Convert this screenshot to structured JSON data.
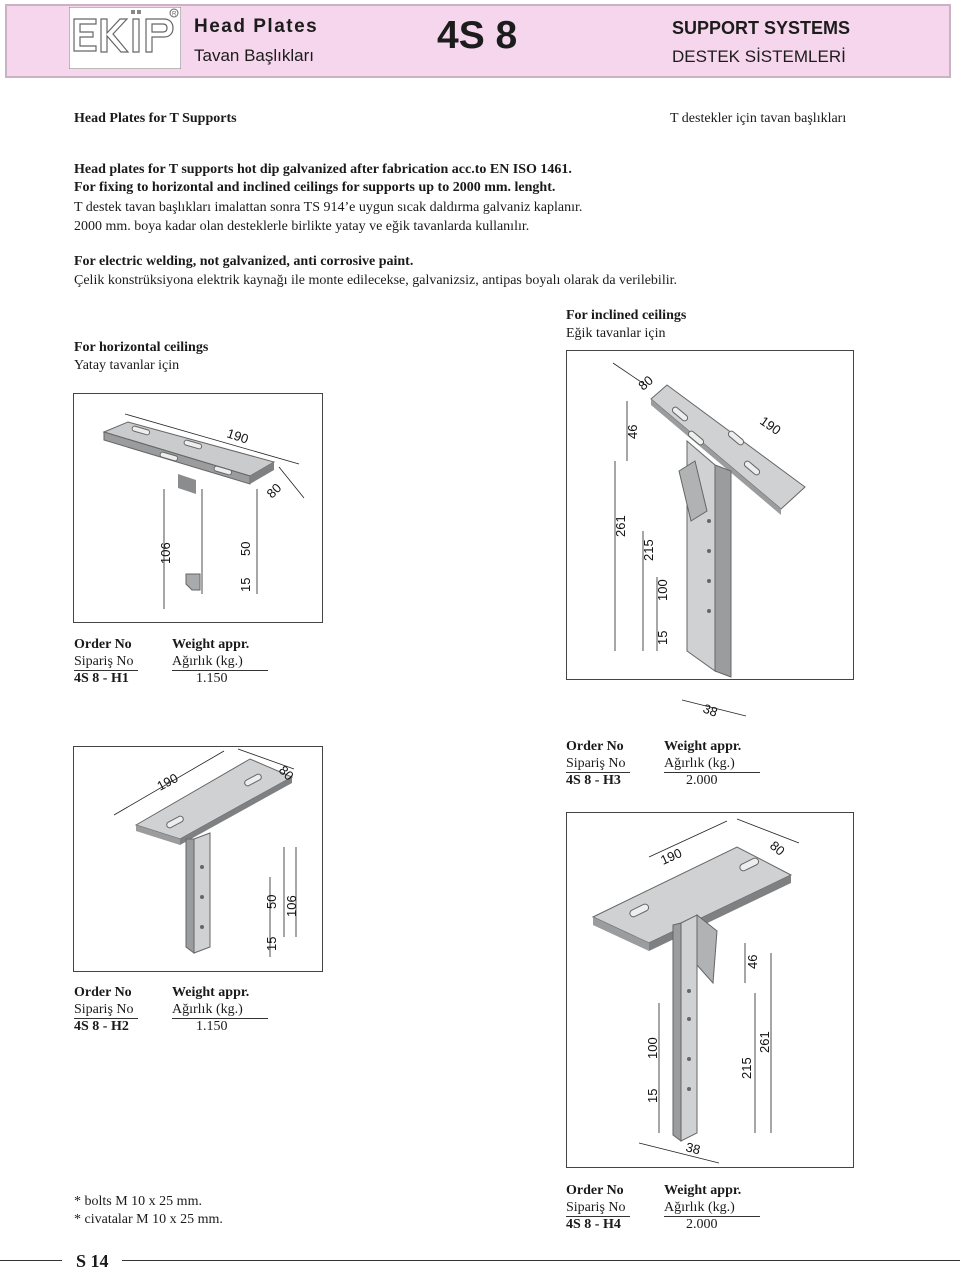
{
  "header": {
    "logo_text": "EKİP",
    "title_en": "Head Plates",
    "title_tr": "Tavan Başlıkları",
    "code": "4S 8",
    "section_en": "SUPPORT SYSTEMS",
    "section_tr": "DESTEK SİSTEMLERİ"
  },
  "subtitle": {
    "en": "Head Plates for T Supports",
    "tr": "T destekler için tavan başlıkları"
  },
  "intro": [
    "Head plates for T supports hot dip galvanized after fabrication acc.to EN ISO 1461.",
    "For fixing to horizontal and inclined ceilings for supports up to 2000 mm. lenght.",
    "T destek tavan başlıkları imalattan sonra TS 914’e uygun sıcak daldırma galvaniz kaplanır.",
    "2000 mm. boya kadar olan desteklerle birlikte yatay ve eğik tavanlarda kullanılır."
  ],
  "welding": {
    "en": "For electric welding, not galvanized, anti corrosive paint.",
    "tr": "Çelik konstrüksiyona elektrik kaynağı ile monte edilecekse, galvanizsiz, antipas boyalı olarak da verilebilir."
  },
  "horizontal": {
    "en": "For horizontal ceilings",
    "tr": "Yatay tavanlar için"
  },
  "inclined": {
    "en": "For inclined ceilings",
    "tr": "Eğik tavanlar için"
  },
  "table_headers": {
    "order_en": "Order No",
    "weight_en": "Weight appr.",
    "order_tr": "Sipariş No",
    "weight_tr": "Ağırlık (kg.)"
  },
  "products": [
    {
      "order": "4S 8 - H1",
      "weight": "1.150",
      "dims": {
        "a": "190",
        "b": "80",
        "c": "106",
        "d": "15",
        "e": "50"
      }
    },
    {
      "order": "4S 8 - H2",
      "weight": "1.150",
      "dims": {
        "a": "190",
        "b": "80",
        "c": "15",
        "d": "50",
        "e": "106"
      }
    },
    {
      "order": "4S 8 - H3",
      "weight": "2.000",
      "dims": {
        "a": "80",
        "b": "46",
        "c": "190",
        "d": "261",
        "e": "215",
        "f": "100",
        "g": "15",
        "h": "38"
      }
    },
    {
      "order": "4S 8 - H4",
      "weight": "2.000",
      "dims": {
        "a": "190",
        "b": "80",
        "c": "46",
        "d": "100",
        "e": "15",
        "f": "215",
        "g": "261",
        "h": "38"
      }
    }
  ],
  "notes": [
    "* bolts M 10 x 25 mm.",
    "* civatalar M 10 x 25 mm."
  ],
  "page_number": "S 14"
}
